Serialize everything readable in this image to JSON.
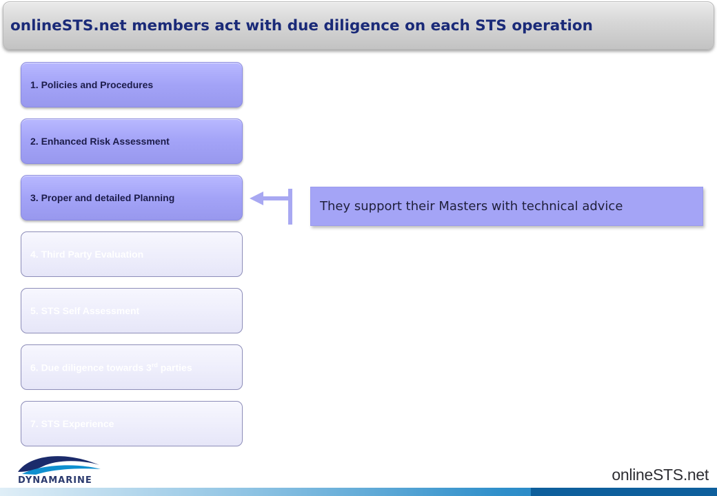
{
  "header": {
    "title": "onlineSTS.net members act with due diligence on each STS operation"
  },
  "steps": [
    {
      "label": "1. Policies and Procedures",
      "state": "active"
    },
    {
      "label": "2. Enhanced Risk Assessment",
      "state": "active"
    },
    {
      "label": "3. Proper and detailed Planning",
      "state": "active"
    },
    {
      "label": "4. Third Party Evaluation",
      "state": "faded"
    },
    {
      "label": "5. STS Self Assessment",
      "state": "faded"
    },
    {
      "label_prefix": "6. Due diligence towards 3",
      "label_sup": "rd",
      "label_suffix": " parties",
      "state": "faded"
    },
    {
      "label": "7. STS Experience",
      "state": "faded"
    }
  ],
  "callout": {
    "text": "They support their Masters with technical advice"
  },
  "footer": {
    "left_logo_text": "DYNAMARINE",
    "right_logo_text": "onlineSTS.net"
  },
  "colors": {
    "title": "#1a2a78",
    "active_step": "#a3a3f7",
    "callout": "#a4a4f6",
    "connector": "#a8a8f2"
  },
  "icons": {
    "connector": "left-arrow-bracket-icon",
    "left_logo": "dynamarine-wave-logo"
  }
}
